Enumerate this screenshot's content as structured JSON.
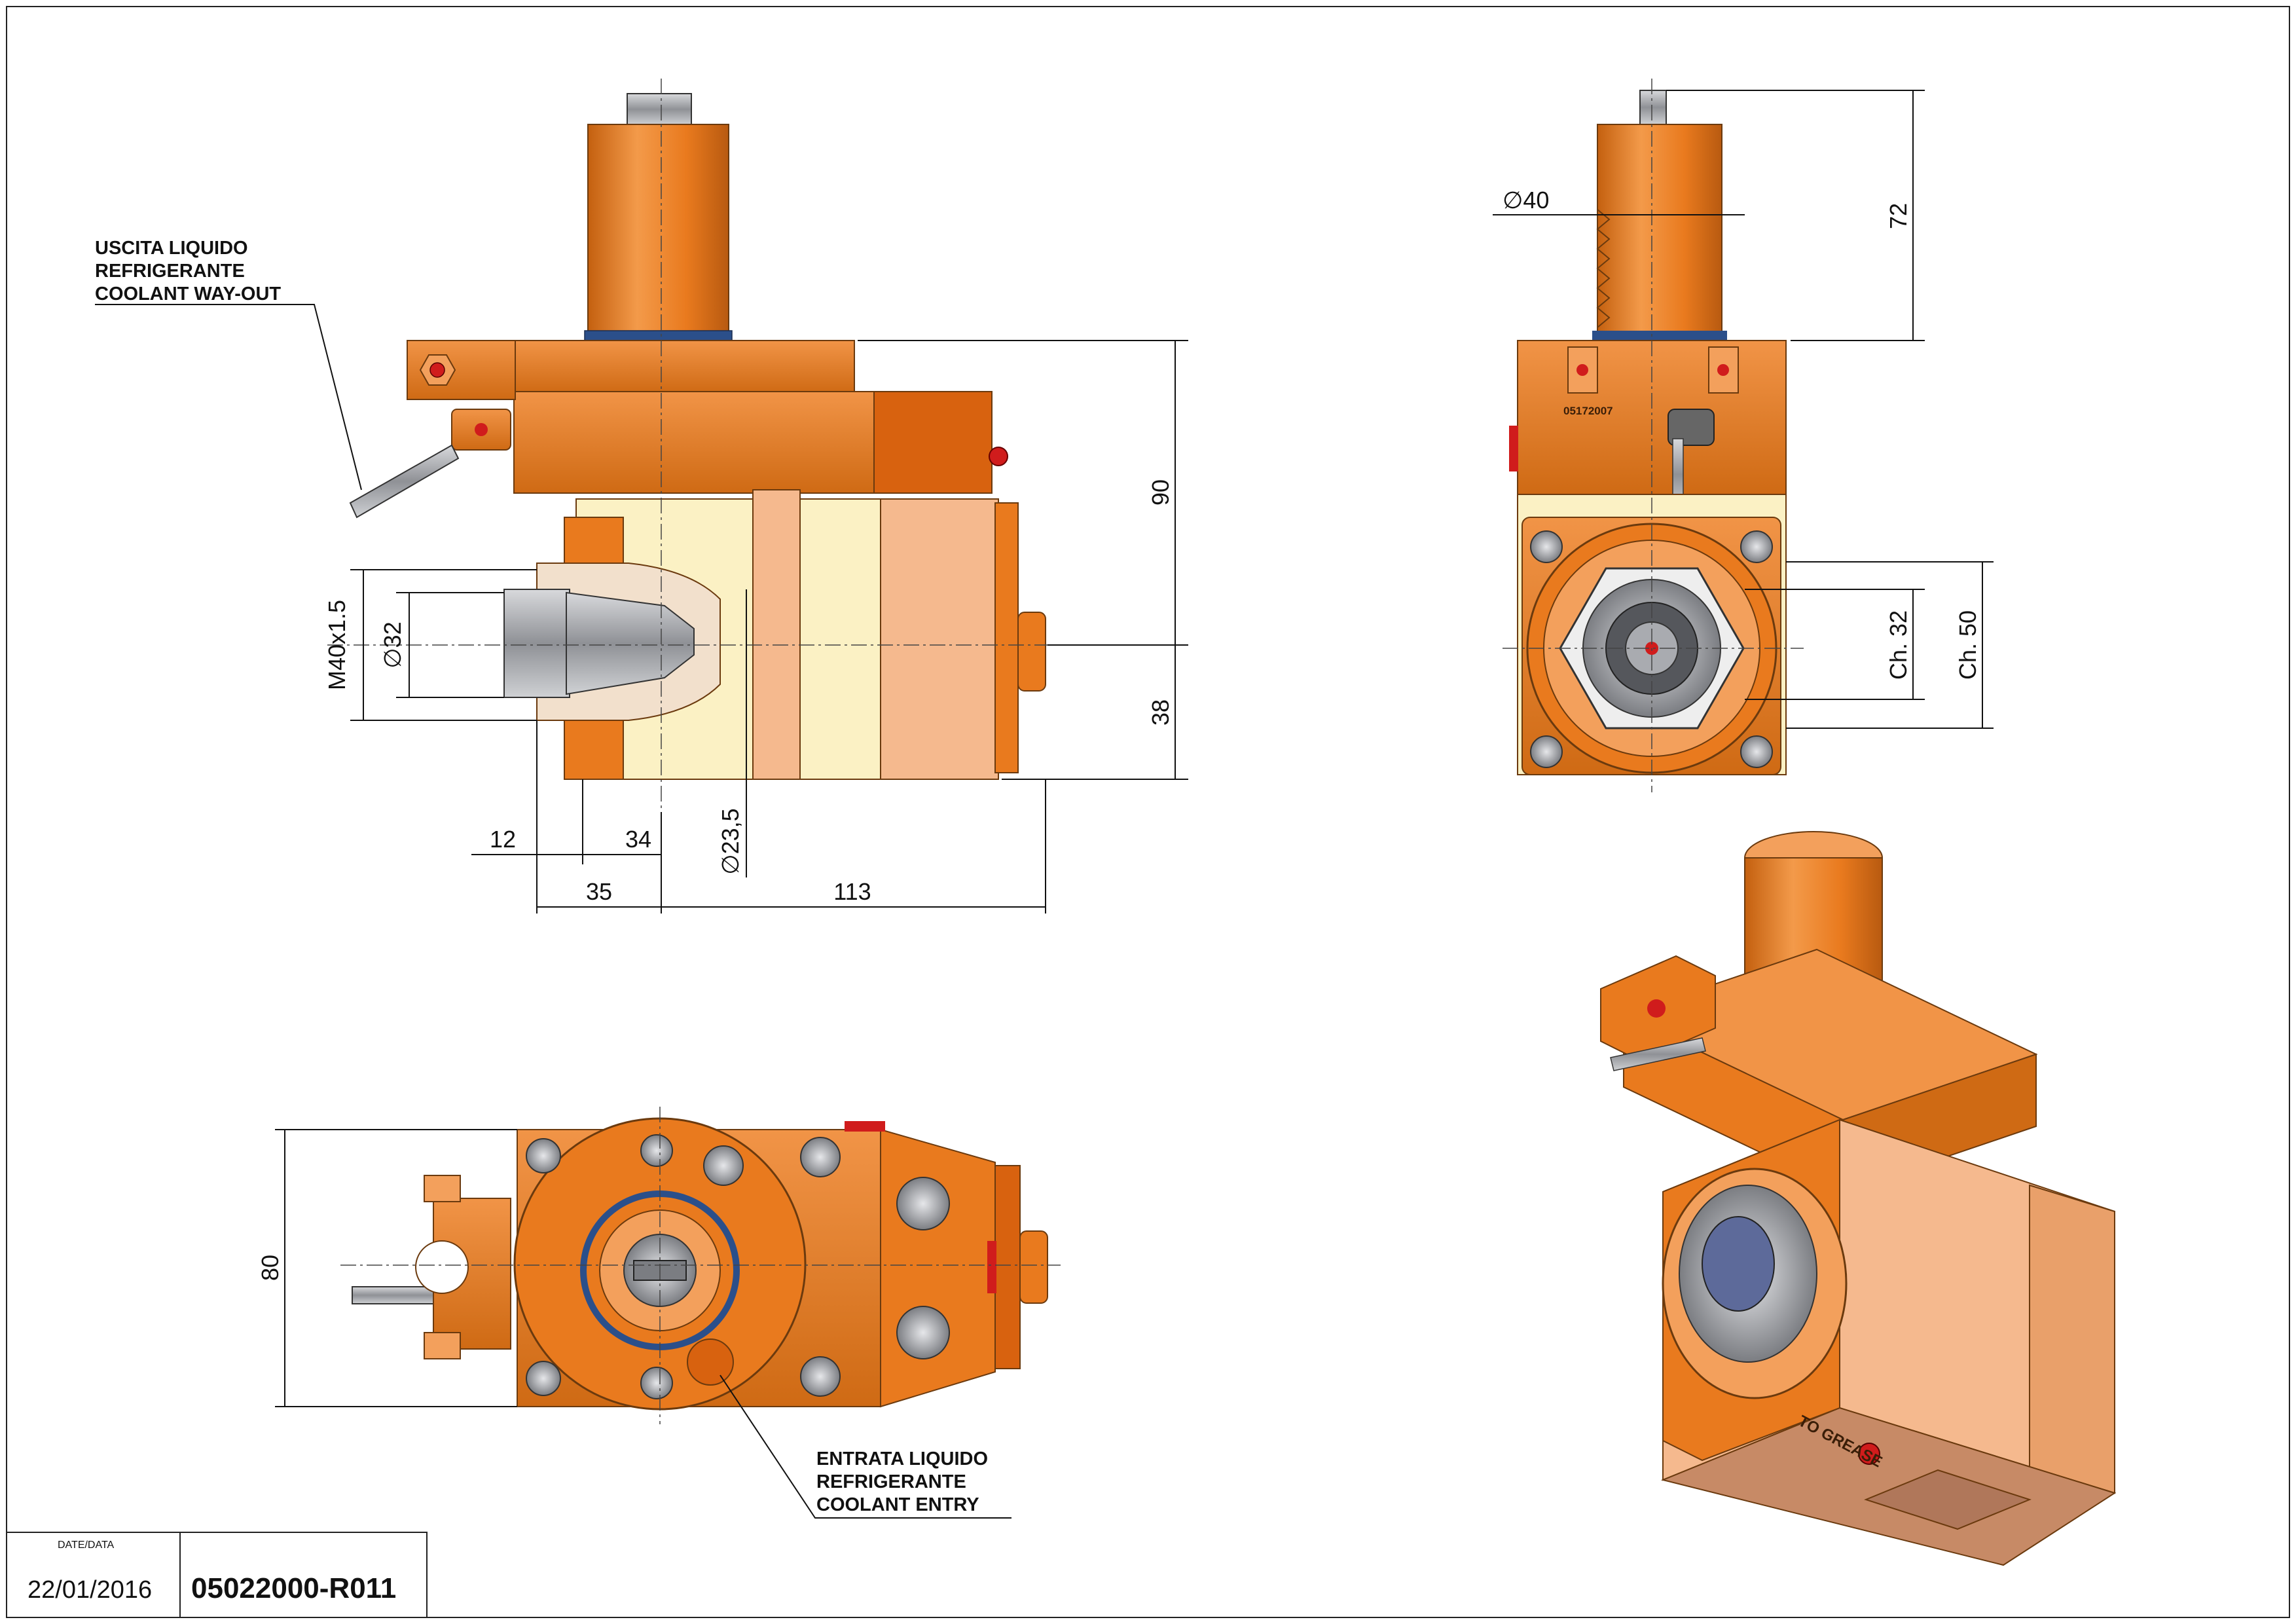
{
  "colors": {
    "orange": "#e97a1e",
    "orange_dark": "#b85a10",
    "orange_light": "#f3a05c",
    "cream": "#fbf1c4",
    "peach": "#f5b98e",
    "steel": "#a9abb0",
    "red_port": "#d01c1c",
    "blue_ring": "#2b4f8a"
  },
  "annotations": {
    "coolant_out": [
      "USCITA LIQUIDO",
      "REFRIGERANTE",
      "COOLANT WAY-OUT"
    ],
    "coolant_in": [
      "ENTRATA LIQUIDO",
      "REFRIGERANTE",
      "COOLANT ENTRY"
    ]
  },
  "dimensions": {
    "d90": "90",
    "d38": "38",
    "d12": "12",
    "d34": "34",
    "d35": "35",
    "d113": "113",
    "d235": "∅23,5",
    "m40": "M40x1.5",
    "d32": "∅32",
    "d40": "∅40",
    "d72": "72",
    "ch32": "Ch. 32",
    "ch50": "Ch. 50",
    "d80": "80"
  },
  "markings": {
    "serial": "05172007",
    "grease": "TO GREASE"
  },
  "title_block": {
    "date_label": "DATE/DATA",
    "date": "22/01/2016",
    "code": "05022000-R011"
  }
}
